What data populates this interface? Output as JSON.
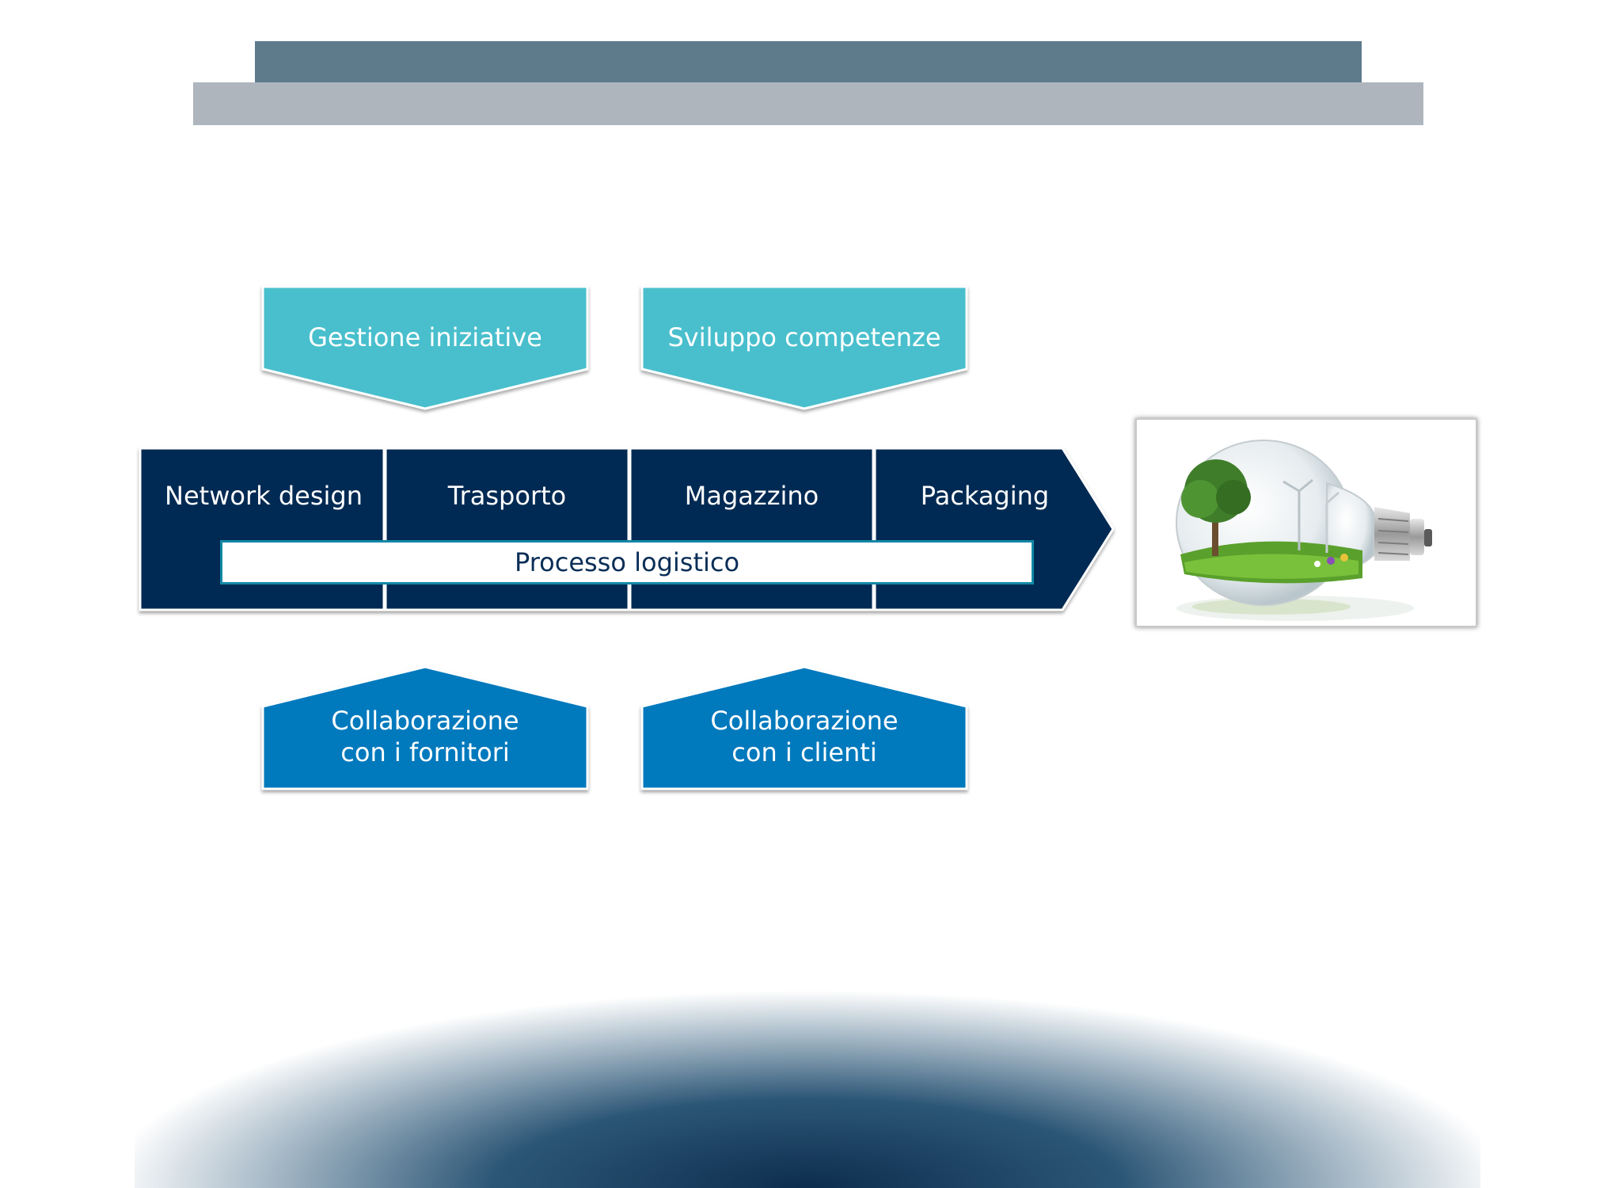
{
  "colors": {
    "dark_navy": "#042a52",
    "teal": "#4abfcd",
    "blue": "#0279bd",
    "header_dark": "#5e7b8c",
    "header_light": "#aeb5bd",
    "box_border": "#1487a6"
  },
  "chevron": {
    "segments": [
      "Network design",
      "Trasporto",
      "Magazzino",
      "Packaging"
    ],
    "process_label": "Processo logistico"
  },
  "top_arrows": [
    "Gestione iniziative",
    "Sviluppo competenze"
  ],
  "bottom_arrows": [
    {
      "line1": "Collaborazione",
      "line2": "con i fornitori"
    },
    {
      "line1": "Collaborazione",
      "line2": "con i clienti"
    }
  ],
  "image": {
    "icon": "lightbulb-nature-icon"
  }
}
